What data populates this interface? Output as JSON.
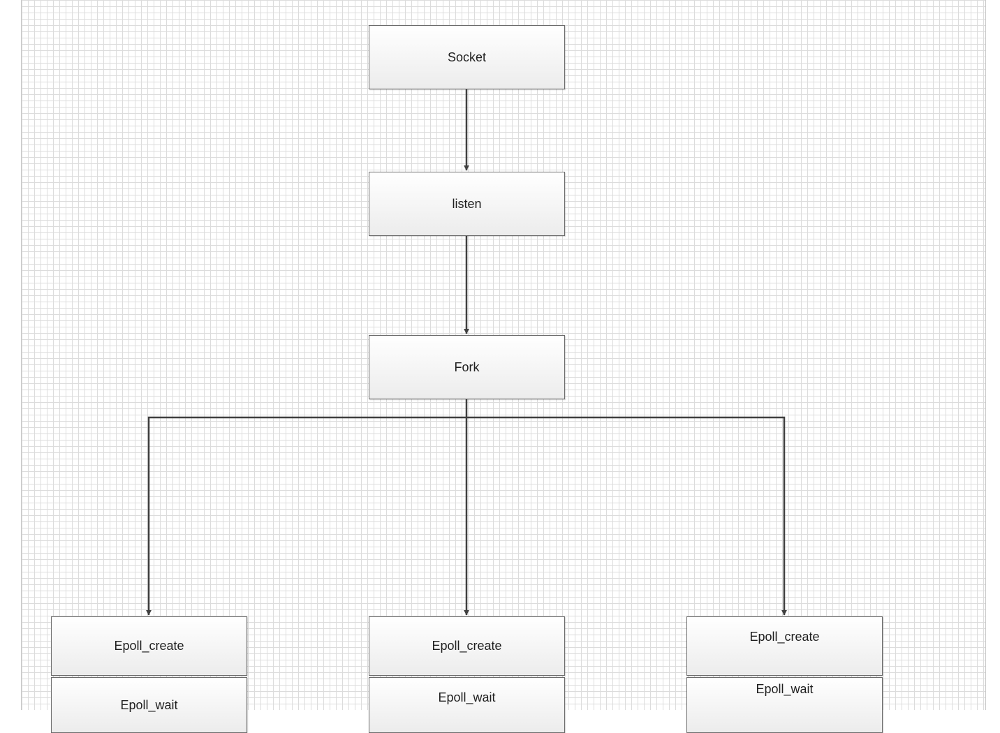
{
  "diagram": {
    "background_grid": true,
    "line_color": "#3f3f3f",
    "nodes": {
      "socket": "Socket",
      "listen": "listen",
      "fork": "Fork",
      "left_create": "Epoll_create",
      "left_wait": "Epoll_wait",
      "center_create": "Epoll_create",
      "center_wait": "Epoll_wait",
      "right_create": "Epoll_create",
      "right_wait": "Epoll_wait"
    },
    "edges": [
      {
        "from": "Socket",
        "to": "listen"
      },
      {
        "from": "listen",
        "to": "Fork"
      },
      {
        "from": "Fork",
        "to": "Epoll_create (left)"
      },
      {
        "from": "Fork",
        "to": "Epoll_create (center)"
      },
      {
        "from": "Fork",
        "to": "Epoll_create (right)"
      }
    ]
  }
}
